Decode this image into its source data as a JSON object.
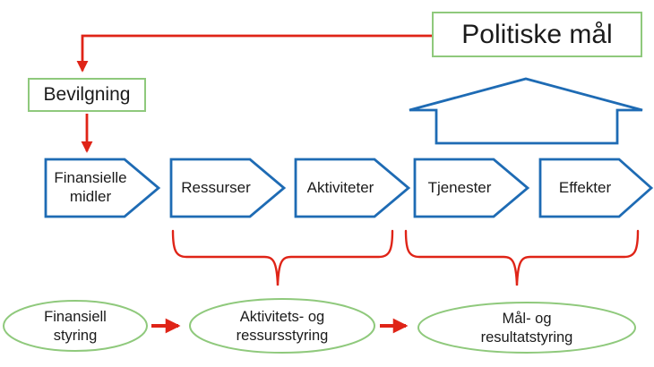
{
  "colors": {
    "blue": "#1E6BB4",
    "red": "#DF2417",
    "green": "#8FC97C"
  },
  "boxes": {
    "politiske_mal": "Politiske mål",
    "bevilgning": "Bevilgning"
  },
  "chevrons": {
    "items": [
      {
        "label": "Finansielle\nmidler"
      },
      {
        "label": "Ressurser"
      },
      {
        "label": "Aktiviteter"
      },
      {
        "label": "Tjenester"
      },
      {
        "label": "Effekter"
      }
    ]
  },
  "ellipses": {
    "items": [
      {
        "label": "Finansiell\nstyring"
      },
      {
        "label": "Aktivitets- og\nressursstyring"
      },
      {
        "label": "Mål- og\nresultatstyring"
      }
    ]
  }
}
